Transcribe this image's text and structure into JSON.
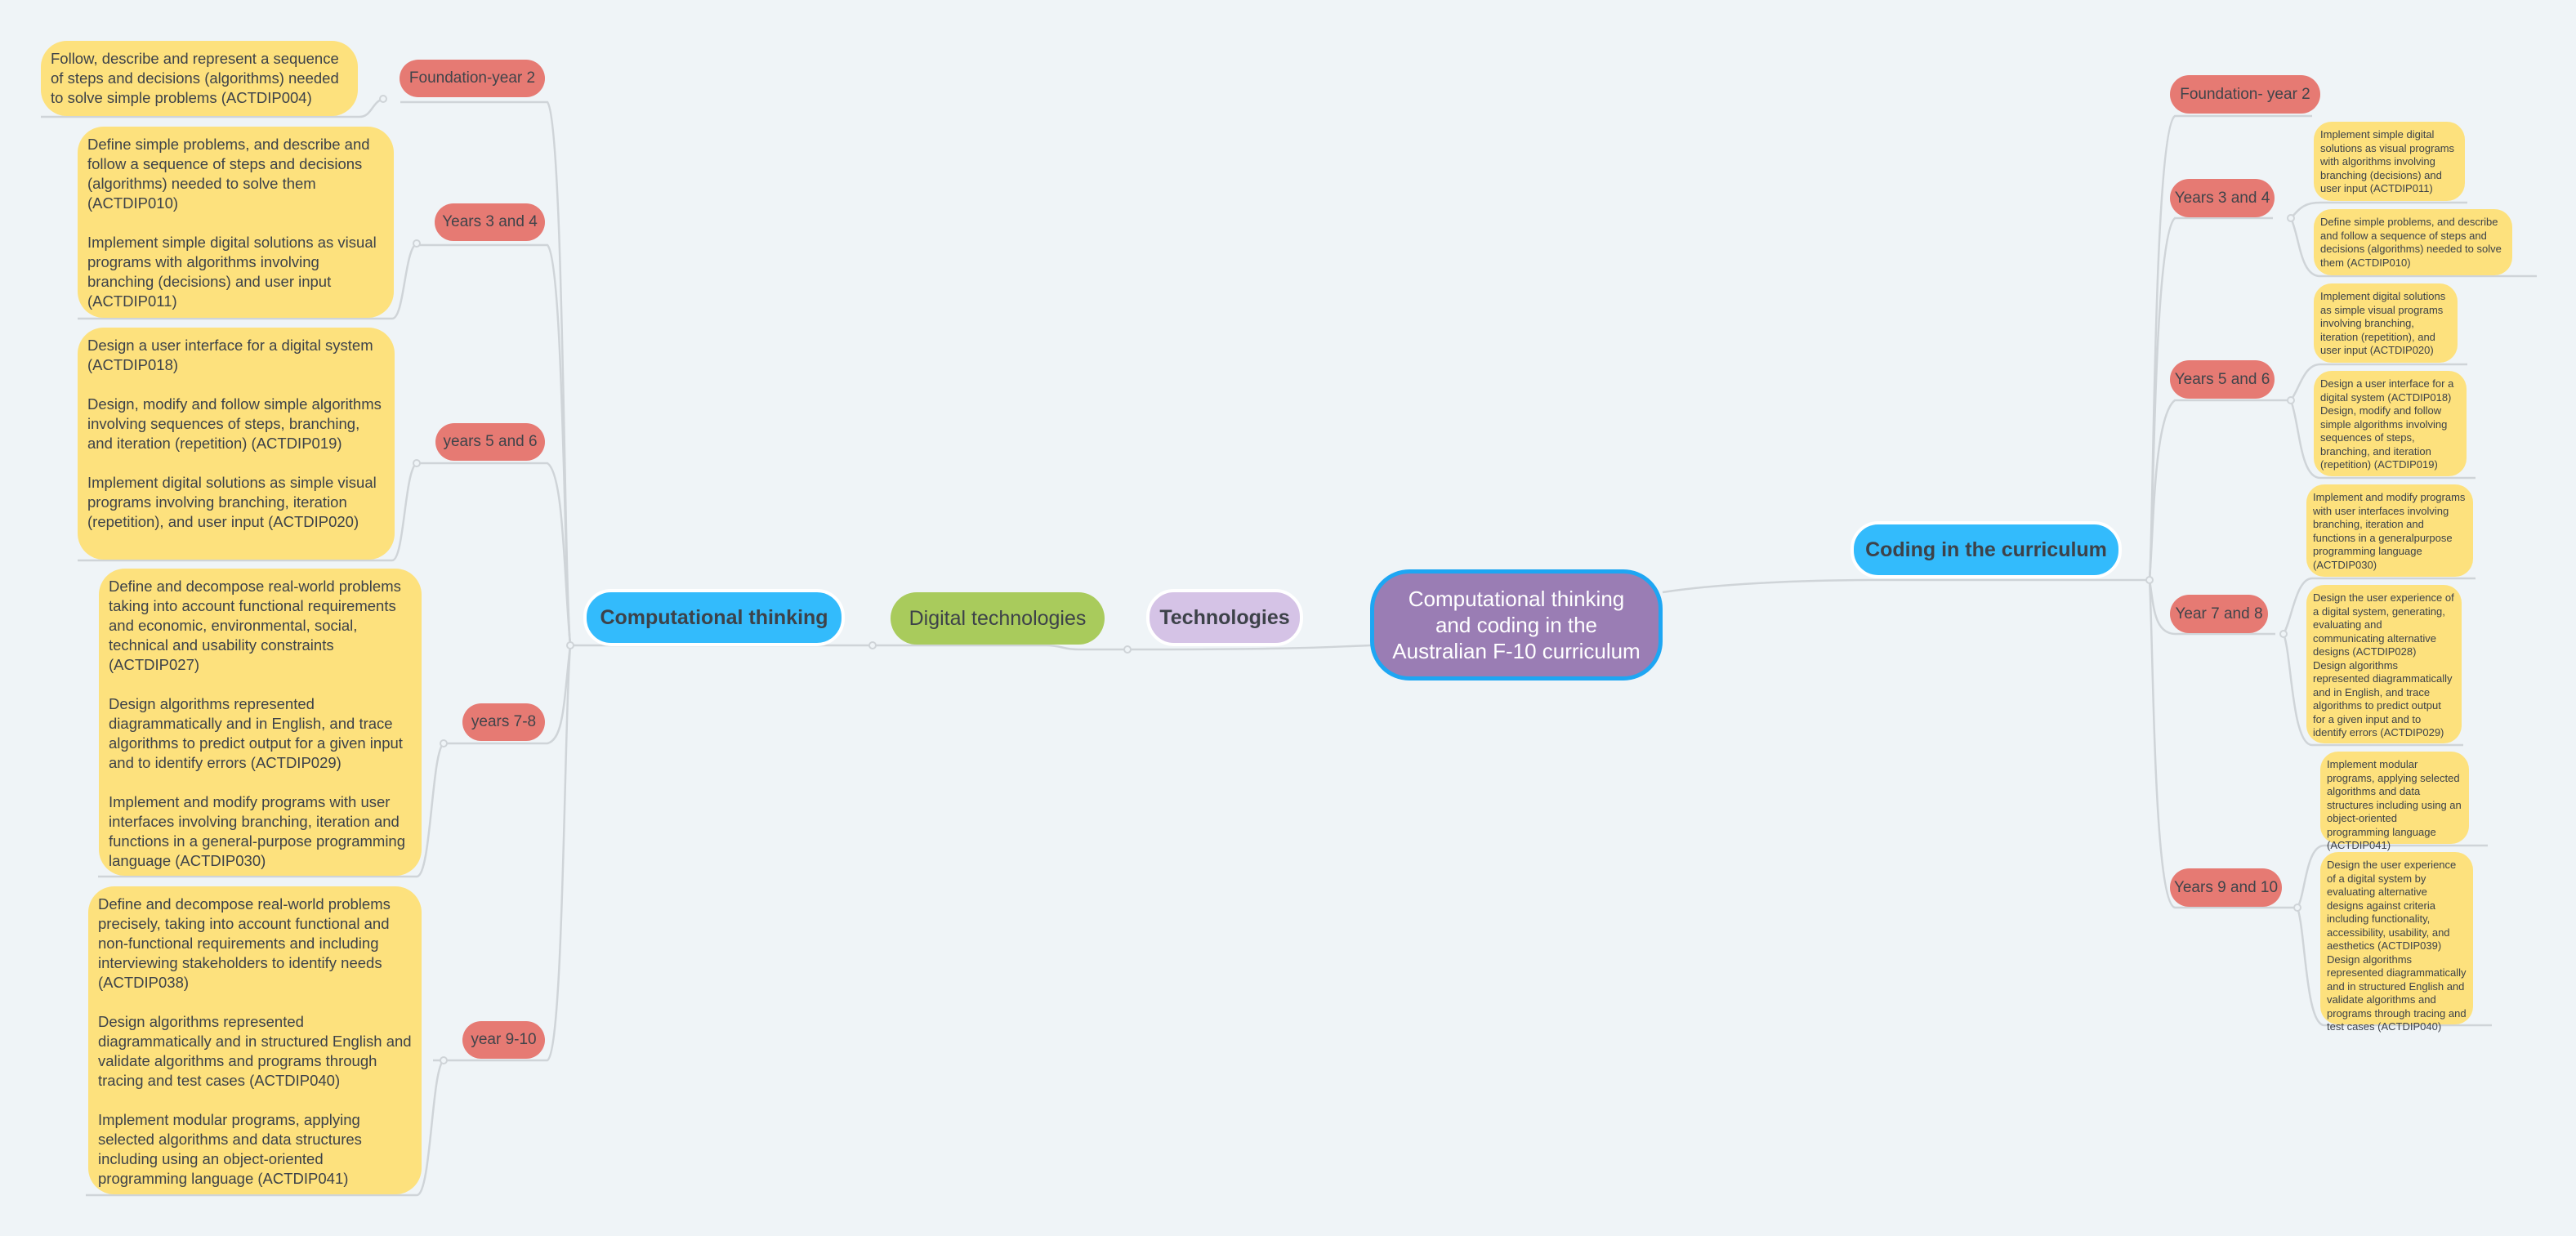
{
  "colors": {
    "background": "#eff4f7",
    "root_fill": "#9a7db4",
    "root_border": "#1ea6f3",
    "blue_topic": "#33bbfc",
    "green_topic": "#a9cb5c",
    "lilac_topic": "#d5c3e6",
    "year_topic": "#e67a73",
    "note_fill": "#fde17d",
    "connector": "#cfd4d8"
  },
  "root": {
    "label": "Computational thinking and coding in the Australian F-10 curriculum"
  },
  "left_branch": {
    "technologies": "Technologies",
    "digital_technologies": "Digital technologies",
    "computational_thinking": "Computational thinking",
    "years": [
      {
        "label": "Foundation-year 2",
        "note": "Follow, describe and represent a sequence of steps and decisions (algorithms) needed to solve simple problems (ACTDIP004)"
      },
      {
        "label": "Years 3 and 4",
        "note": "Define simple problems, and describe and follow a sequence of steps and decisions (algorithms) needed to solve them (ACTDIP010)\n\nImplement simple digital solutions as visual programs with algorithms involving branching (decisions) and user input (ACTDIP011)"
      },
      {
        "label": "years 5 and 6",
        "note": "Design a user interface for a digital system (ACTDIP018)\n\nDesign, modify and follow simple algorithms involving sequences of steps, branching, and iteration (repetition) (ACTDIP019)\n\nImplement digital solutions as simple visual programs involving branching, iteration (repetition), and user input (ACTDIP020)"
      },
      {
        "label": "years 7-8",
        "note": "Define and decompose real-world problems taking into account functional requirements and economic, environmental, social, technical and usability constraints (ACTDIP027)\n\nDesign algorithms represented diagrammatically and in English, and trace algorithms to predict output for a given input and to identify errors (ACTDIP029)\n\nImplement and modify programs with user interfaces involving branching, iteration and functions in a general-purpose programming language (ACTDIP030)"
      },
      {
        "label": "year 9-10",
        "note": "Define and decompose real-world problems precisely, taking into account functional and non-functional requirements and including interviewing stakeholders to identify needs (ACTDIP038)\n\nDesign algorithms represented diagrammatically and in structured English and validate algorithms and programs through tracing and test cases (ACTDIP040)\n\nImplement modular programs, applying selected algorithms and data structures including using an object-oriented programming language (ACTDIP041)"
      }
    ]
  },
  "right_branch": {
    "coding": "Coding in the curriculum",
    "years": [
      {
        "label": "Foundation- year 2",
        "notes": []
      },
      {
        "label": "Years 3 and 4",
        "notes": [
          "Implement simple digital solutions as visual programs with algorithms involving branching (decisions) and user input (ACTDIP011)",
          "Define simple problems, and describe and follow a sequence of steps and decisions (algorithms) needed to solve them (ACTDIP010)"
        ]
      },
      {
        "label": "Years 5 and 6",
        "notes": [
          "Implement digital solutions as simple visual programs involving branching, iteration (repetition), and user input (ACTDIP020)",
          "Design a user interface for a digital system (ACTDIP018)\nDesign, modify and follow simple algorithms involving sequences of steps, branching, and iteration (repetition) (ACTDIP019)"
        ]
      },
      {
        "label": "Year 7 and 8",
        "notes": [
          "Implement and modify programs with user interfaces involving branching, iteration and functions in a generalpurpose programming language (ACTDIP030)",
          "Design the user experience of a digital system, generating, evaluating and communicating alternative designs (ACTDIP028)\nDesign algorithms represented diagrammatically and in English, and trace algorithms to predict output for a given input and to identify errors (ACTDIP029)"
        ]
      },
      {
        "label": "Years 9 and 10",
        "notes": [
          "Implement modular programs, applying selected algorithms and data structures including using an object-oriented programming language (ACTDIP041)",
          "Design the user experience of a digital system by evaluating alternative designs against criteria including functionality, accessibility, usability, and aesthetics (ACTDIP039)\nDesign algorithms represented diagrammatically and in structured English and validate algorithms and programs through tracing and test cases (ACTDIP040)"
        ]
      }
    ]
  }
}
